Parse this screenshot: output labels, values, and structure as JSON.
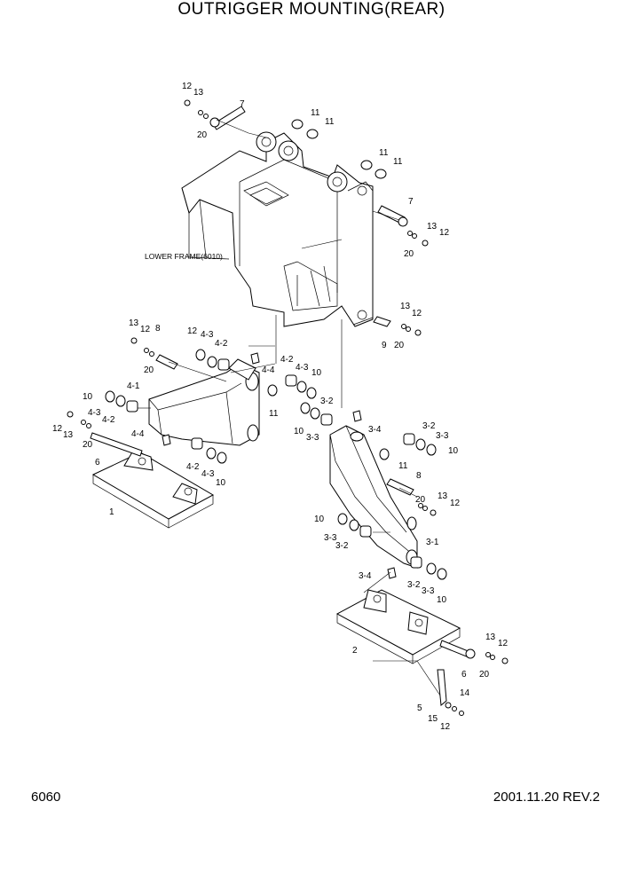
{
  "title": "OUTRIGGER MOUNTING(REAR)",
  "frame_label": "LOWER FRAME(6010)",
  "page_number": "6060",
  "revision": "2001.11.20 REV.2",
  "callouts": {
    "p12a": "12",
    "p13a": "13",
    "p20a": "20",
    "p7a": "7",
    "p11a": "11",
    "p11b": "11",
    "p11c": "11",
    "p11d": "11",
    "p7b": "7",
    "p13b": "13",
    "p12b": "12",
    "p20b": "20",
    "p13c": "13",
    "p12c": "12",
    "p9a": "9",
    "p20c": "20",
    "p13d": "13",
    "p12d": "12",
    "p8a": "8",
    "p20d": "20",
    "p12e": "12",
    "p43a": "4-3",
    "p42a": "4-2",
    "p44a": "4-4",
    "p42b": "4-2",
    "p43b": "4-3",
    "p10a": "10",
    "p11e": "11",
    "p10b": "10",
    "p41a": "4-1",
    "p43c": "4-3",
    "p42c": "4-2",
    "p12f": "12",
    "p13e": "13",
    "p20e": "20",
    "p44b": "4-4",
    "p6a": "6",
    "p42d": "4-2",
    "p43d": "4-3",
    "p10c": "10",
    "p1a": "1",
    "p32a": "3-2",
    "p10d": "10",
    "p33a": "3-3",
    "p34a": "3-4",
    "p32b": "3-2",
    "p33b": "3-3",
    "p10e": "10",
    "p11f": "11",
    "p8b": "8",
    "p13f": "13",
    "p12g": "12",
    "p20f": "20",
    "p10f": "10",
    "p33c": "3-3",
    "p32c": "3-2",
    "p31a": "3-1",
    "p34b": "3-4",
    "p32d": "3-2",
    "p33d": "3-3",
    "p10g": "10",
    "p2a": "2",
    "p13g": "13",
    "p12h": "12",
    "p6b": "6",
    "p20g": "20",
    "p14a": "14",
    "p5a": "5",
    "p15a": "15",
    "p12i": "12"
  }
}
